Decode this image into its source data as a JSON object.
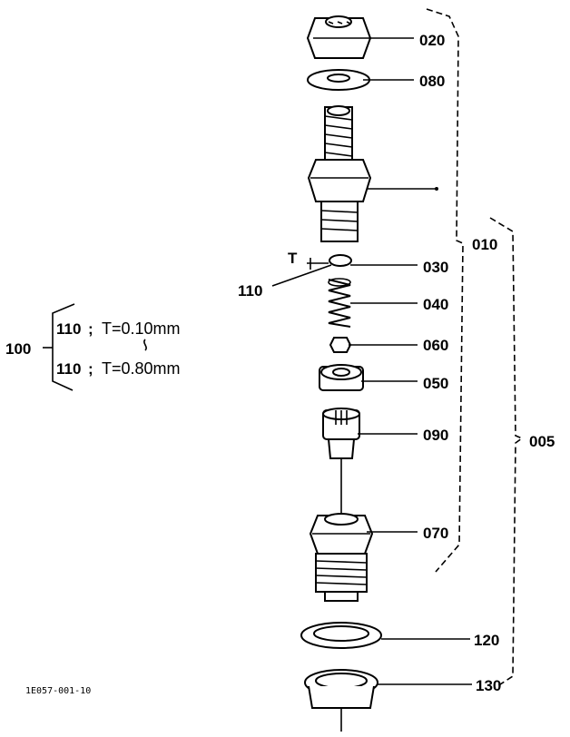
{
  "parts": {
    "p020": "020",
    "p080": "080",
    "p010": "010",
    "p030": "030",
    "p110": "110",
    "pT": "T",
    "p040": "040",
    "p060": "060",
    "p050": "050",
    "p090": "090",
    "p005": "005",
    "p070": "070",
    "p120": "120",
    "p130": "130",
    "p100": "100"
  },
  "spec": {
    "line1_part": "110",
    "line1_sep": ";",
    "line1_value": "T=0.10mm",
    "line2_part": "110",
    "line2_sep": ";",
    "line2_value": "T=0.80mm"
  },
  "figure_code": "1E057-001-10"
}
